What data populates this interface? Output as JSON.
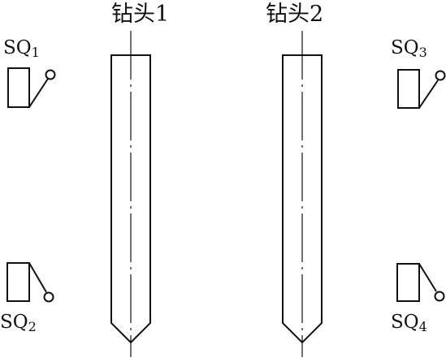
{
  "diagram": {
    "drills": [
      {
        "label": "钻头1"
      },
      {
        "label": "钻头2"
      }
    ],
    "switches": [
      {
        "prefix": "SQ",
        "index": "1"
      },
      {
        "prefix": "SQ",
        "index": "2"
      },
      {
        "prefix": "SQ",
        "index": "3"
      },
      {
        "prefix": "SQ",
        "index": "4"
      }
    ],
    "colors": {
      "stroke": "#111111",
      "background": "#ffffff"
    }
  }
}
